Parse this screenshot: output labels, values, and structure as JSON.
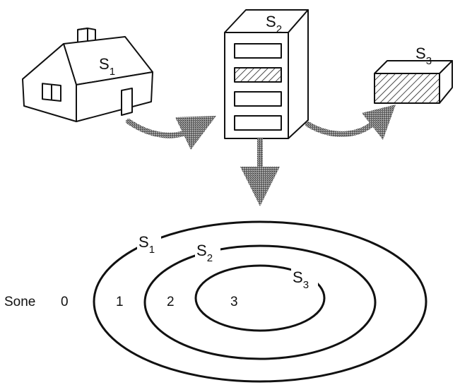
{
  "labels": {
    "s1_house": "S",
    "s1_house_sub": "1",
    "s2_cabinet": "S",
    "s2_cabinet_sub": "2",
    "s3_box": "S",
    "s3_box_sub": "3",
    "s1_ring": "S",
    "s1_ring_sub": "1",
    "s2_ring": "S",
    "s2_ring_sub": "2",
    "s3_ring": "S",
    "s3_ring_sub": "3"
  },
  "zones": {
    "word": "Sone",
    "zone0": "0",
    "zone1": "1",
    "zone2": "2",
    "zone3": "3"
  }
}
